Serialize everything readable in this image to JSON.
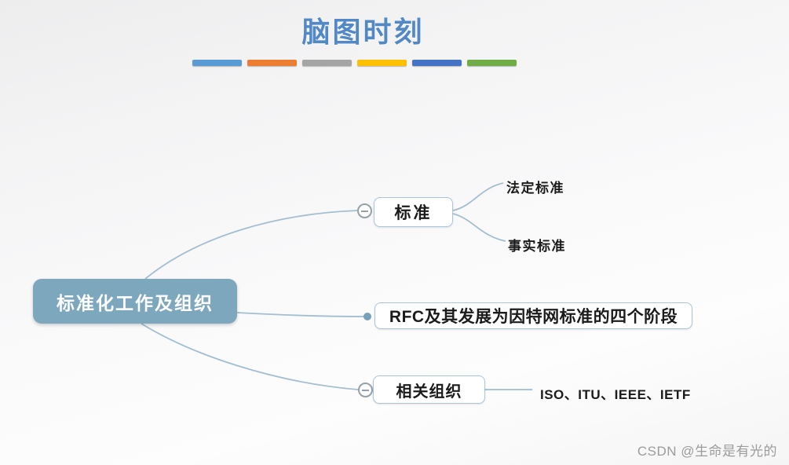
{
  "title": "脑图时刻",
  "colors": {
    "title": "#5288c5",
    "root_fill": "#7da7bd",
    "root_text": "#ffffff",
    "connector": "#a3bdd1",
    "branch_dot": "#76a0ba",
    "divider": [
      "#5B9BD5",
      "#ED7D31",
      "#A5A5A5",
      "#FFC000",
      "#4472C4",
      "#70AD47"
    ]
  },
  "icons": {
    "collapse": "minus-icon",
    "branch_bullet": "dot-icon"
  },
  "mindmap": {
    "root": {
      "label": "标准化工作及组织"
    },
    "branches": [
      {
        "label": "标准",
        "children": [
          {
            "label": "法定标准"
          },
          {
            "label": "事实标准"
          }
        ]
      },
      {
        "label": "RFC及其发展为因特网标准的四个阶段",
        "children": []
      },
      {
        "label": "相关组织",
        "children": [
          {
            "label": "ISO、ITU、IEEE、IETF"
          }
        ]
      }
    ]
  },
  "watermark": "CSDN @生命是有光的"
}
